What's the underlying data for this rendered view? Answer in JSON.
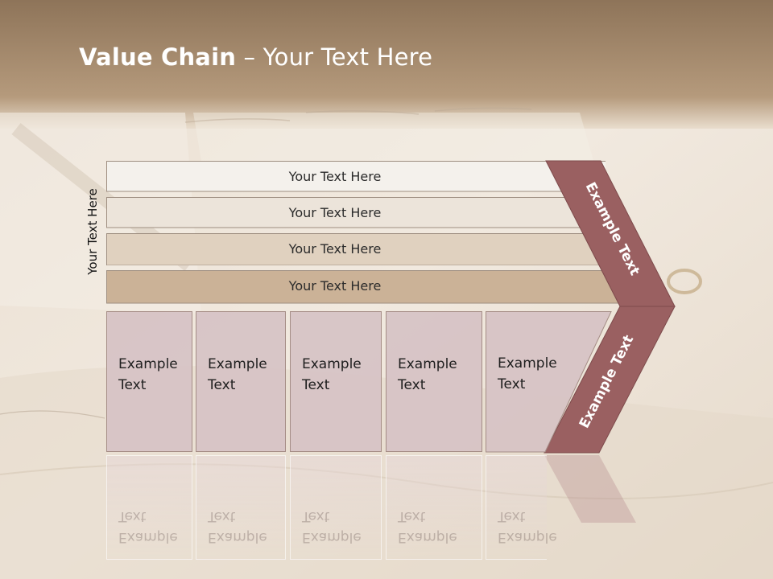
{
  "title": {
    "bold": "Value Chain",
    "rest": " – Your Text Here"
  },
  "side_label": "Your Text Here",
  "bars": [
    {
      "label": "Your Text Here",
      "color": "#f4f1ec"
    },
    {
      "label": "Your Text Here",
      "color": "#ece4da"
    },
    {
      "label": "Your Text Here",
      "color": "#e0d1bf"
    },
    {
      "label": "Your Text Here",
      "color": "#cbb297"
    }
  ],
  "boxes": [
    {
      "line1": "Example",
      "line2": "Text"
    },
    {
      "line1": "Example",
      "line2": "Text"
    },
    {
      "line1": "Example",
      "line2": "Text"
    },
    {
      "line1": "Example",
      "line2": "Text"
    },
    {
      "line1": "Example",
      "line2": "Text"
    }
  ],
  "chevron": {
    "upper_text": "Example Text",
    "lower_text": "Example Text",
    "color": "#9a6061"
  },
  "colors": {
    "header": "#a98a6c",
    "paper": "#efe6da",
    "box_fill": "#d6c2c4",
    "box_border": "#a58d86"
  }
}
